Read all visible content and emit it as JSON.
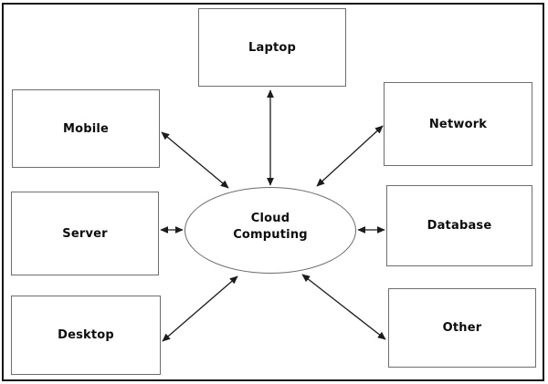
{
  "diagram": {
    "center_node": {
      "id": "cloud-computing",
      "label": "Cloud Computing"
    },
    "nodes": [
      {
        "id": "laptop",
        "label": "Laptop"
      },
      {
        "id": "mobile",
        "label": "Mobile"
      },
      {
        "id": "network",
        "label": "Network"
      },
      {
        "id": "server",
        "label": "Server"
      },
      {
        "id": "database",
        "label": "Database"
      },
      {
        "id": "desktop",
        "label": "Desktop"
      },
      {
        "id": "other",
        "label": "Other"
      }
    ],
    "edges": [
      {
        "from": "laptop",
        "to": "cloud-computing",
        "bidirectional": true
      },
      {
        "from": "mobile",
        "to": "cloud-computing",
        "bidirectional": true
      },
      {
        "from": "network",
        "to": "cloud-computing",
        "bidirectional": true
      },
      {
        "from": "server",
        "to": "cloud-computing",
        "bidirectional": true
      },
      {
        "from": "database",
        "to": "cloud-computing",
        "bidirectional": true
      },
      {
        "from": "desktop",
        "to": "cloud-computing",
        "bidirectional": true
      },
      {
        "from": "other",
        "to": "cloud-computing",
        "bidirectional": true
      }
    ],
    "colors": {
      "background": "#ffffff",
      "frame_border": "#141414",
      "box_border": "#6e6e6e",
      "arrow": "#1c1c1c",
      "text": "#0d0d0d"
    }
  }
}
